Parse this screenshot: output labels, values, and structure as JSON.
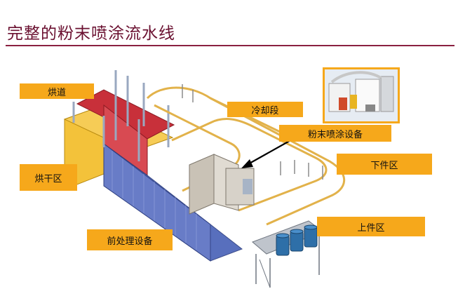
{
  "title": "完整的粉末喷涂流水线",
  "labels": {
    "oven_channel": "烘道",
    "cooling_section": "冷却段",
    "powder_equipment": "粉末喷涂设备",
    "drying_zone": "烘干区",
    "unloading_zone": "下件区",
    "loading_zone": "上件区",
    "pretreatment": "前处理设备"
  },
  "colors": {
    "title": "#6a1030",
    "label_bg": "#f6a81b",
    "conveyor": "#e2b24a",
    "oven_red": "#c8303a",
    "pretreat_blue": "#4a63b8",
    "oven_yellow": "#f3c23a"
  },
  "icons": [
    "arrow-icon",
    "tank-icon",
    "chimney-icon"
  ]
}
